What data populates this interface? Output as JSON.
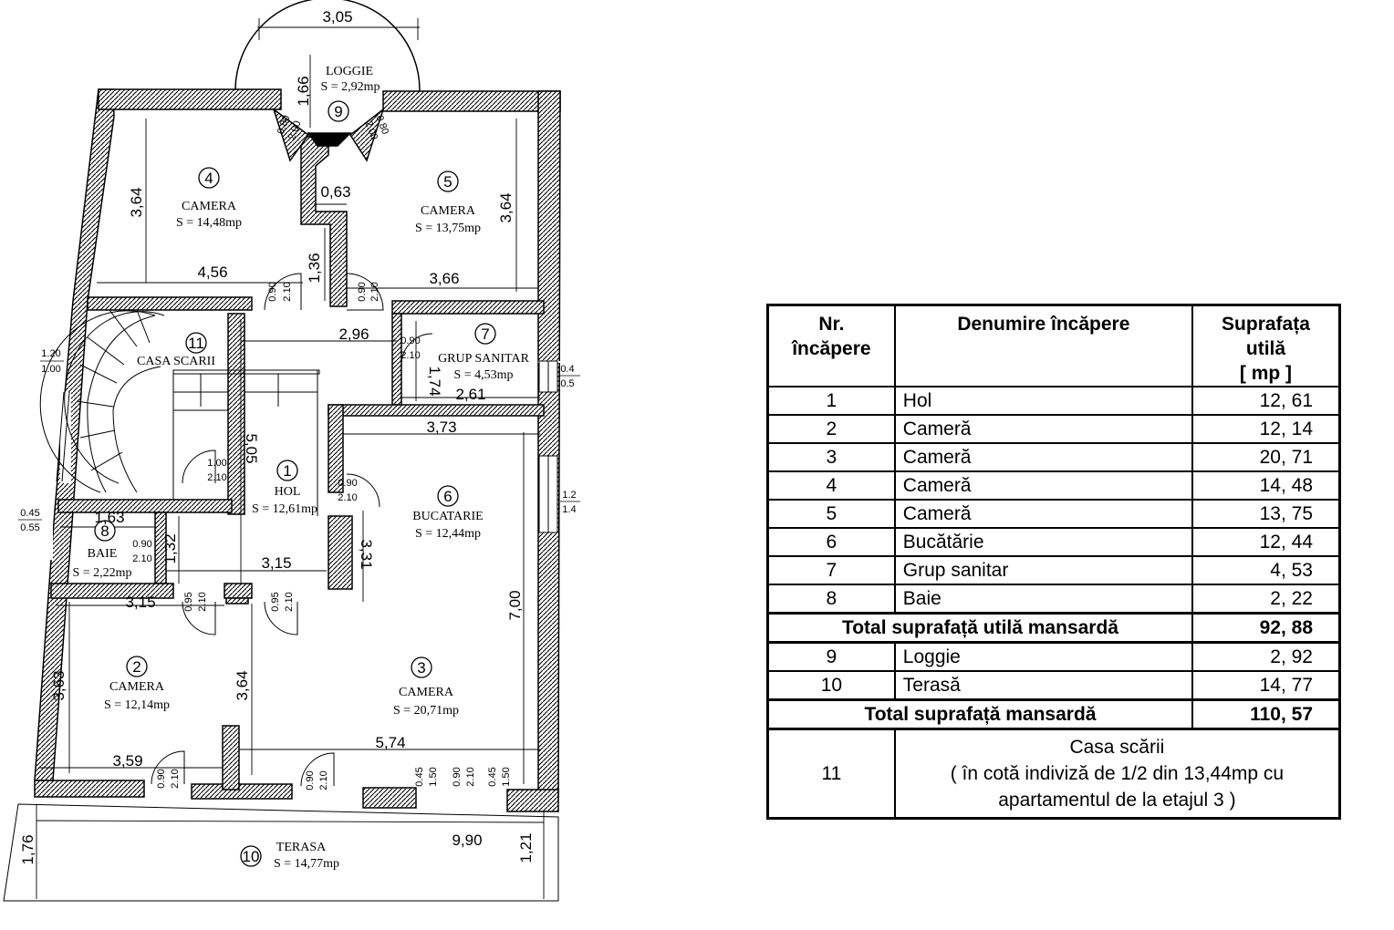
{
  "plan": {
    "rooms": [
      {
        "num": "4",
        "name": "CAMERA",
        "area": "S = 14,48mp"
      },
      {
        "num": "5",
        "name": "CAMERA",
        "area": "S = 13,75mp"
      },
      {
        "num": "9",
        "name": "LOGGIE",
        "area": "S = 2,92mp"
      },
      {
        "num": "11",
        "name": "CASA SCARII",
        "area": ""
      },
      {
        "num": "7",
        "name": "GRUP SANITAR",
        "area": "S = 4,53mp"
      },
      {
        "num": "1",
        "name": "HOL",
        "area": "S = 12,61mp"
      },
      {
        "num": "6",
        "name": "BUCATARIE",
        "area": "S = 12,44mp"
      },
      {
        "num": "8",
        "name": "BAIE",
        "area": "S = 2,22mp"
      },
      {
        "num": "2",
        "name": "CAMERA",
        "area": "S = 12,14mp"
      },
      {
        "num": "3",
        "name": "CAMERA",
        "area": "S = 20,71mp"
      },
      {
        "num": "10",
        "name": "TERASA",
        "area": "S = 14,77mp"
      }
    ],
    "dims": {
      "d305": "3,05",
      "d166": "1,66",
      "d364a": "3,64",
      "d364b": "3,64",
      "d063": "0,63",
      "d456": "4,56",
      "d136": "1,36",
      "d366": "3,66",
      "d296": "2,96",
      "d174": "1,74",
      "d261": "2,61",
      "d373": "3,73",
      "d505": "5,05",
      "d163": "1,63",
      "d132": "1,32",
      "d315a": "3,15",
      "d331": "3,31",
      "d700": "7,00",
      "d315b": "3,15",
      "d363": "3,63",
      "d364c": "3,64",
      "d574": "5,74",
      "d359": "3,59",
      "d176": "1,76",
      "d990": "9,90",
      "d121": "1,21"
    },
    "openings": {
      "o_120": "1.20",
      "o_100": "1.00",
      "o_045": "0.45",
      "o_055": "0.55",
      "o_04": "0.4",
      "o_05": "0.5",
      "o_12": "1.2",
      "o_14": "1.4",
      "door_090": "0.90",
      "door_210": "2.10",
      "door_095": "0.95",
      "door_100": "1.00",
      "win_080": "0.80",
      "win_200": "2.00",
      "win_150": "1.50",
      "win_045": "0.45"
    }
  },
  "table": {
    "headers": {
      "nr_line1": "Nr.",
      "nr_line2": "încăpere",
      "name": "Denumire încăpere",
      "area_line1": "Suprafața",
      "area_line2": "utilă",
      "area_line3": "[ mp ]"
    },
    "rows": [
      {
        "nr": "1",
        "name": "Hol",
        "area": "12, 61"
      },
      {
        "nr": "2",
        "name": "Cameră",
        "area": "12, 14"
      },
      {
        "nr": "3",
        "name": "Cameră",
        "area": "20, 71"
      },
      {
        "nr": "4",
        "name": "Cameră",
        "area": "14, 48"
      },
      {
        "nr": "5",
        "name": "Cameră",
        "area": "13, 75"
      },
      {
        "nr": "6",
        "name": "Bucătărie",
        "area": "12, 44"
      },
      {
        "nr": "7",
        "name": "Grup sanitar",
        "area": "4, 53"
      },
      {
        "nr": "8",
        "name": "Baie",
        "area": "2, 22"
      }
    ],
    "total_useful": {
      "label": "Total  suprafață  utilă mansardă",
      "value": "92, 88"
    },
    "extra_rows": [
      {
        "nr": "9",
        "name": "Loggie",
        "area": "2, 92"
      },
      {
        "nr": "10",
        "name": "Terasă",
        "area": "14, 77"
      }
    ],
    "total": {
      "label": "Total  suprafață mansardă",
      "value": "110, 57"
    },
    "note_row": {
      "nr": "11",
      "line1": "Casa scării",
      "line2": "( în cotă indiviză de 1/2 din 13,44mp cu",
      "line3": "apartamentul de la etajul 3 )"
    }
  }
}
